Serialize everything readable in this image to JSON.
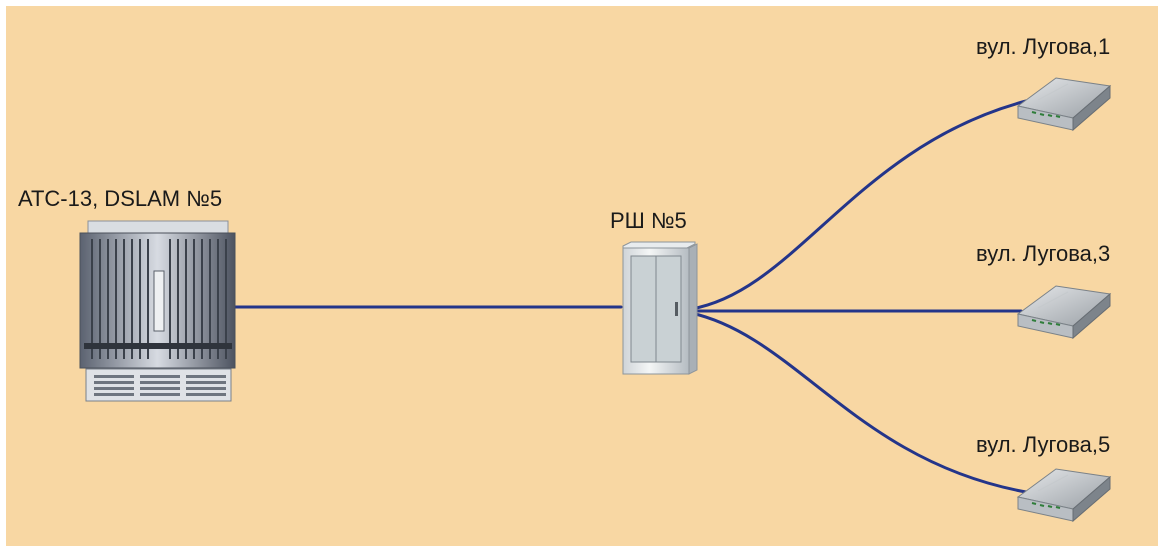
{
  "diagram": {
    "background_color": "#f8d7a3",
    "link_color": "#24358a",
    "nodes": [
      {
        "id": "dslam",
        "label": "АТС-13, DSLAM №5",
        "icon": "dslam-rack-icon"
      },
      {
        "id": "cabinet",
        "label": "РШ №5",
        "icon": "distribution-cabinet-icon"
      },
      {
        "id": "modem-1",
        "label": "вул. Лугова,1",
        "icon": "dsl-modem-icon"
      },
      {
        "id": "modem-3",
        "label": "вул. Лугова,3",
        "icon": "dsl-modem-icon"
      },
      {
        "id": "modem-5",
        "label": "вул. Лугова,5",
        "icon": "dsl-modem-icon"
      }
    ],
    "links": [
      {
        "from": "dslam",
        "to": "cabinet"
      },
      {
        "from": "cabinet",
        "to": "modem-1"
      },
      {
        "from": "cabinet",
        "to": "modem-3"
      },
      {
        "from": "cabinet",
        "to": "modem-5"
      }
    ]
  }
}
